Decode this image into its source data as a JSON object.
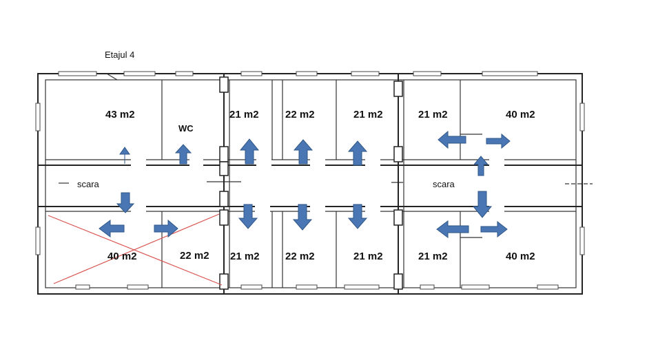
{
  "floor_title": "Etajul 4",
  "rooms": {
    "top_1": "43 m2",
    "top_wc": "WC",
    "top_2": "21 m2",
    "top_3": "22 m2",
    "top_4": "21 m2",
    "top_5": "21 m2",
    "top_6": "40 m2",
    "bot_1": "40 m2",
    "bot_2": "22 m2",
    "bot_3": "21 m2",
    "bot_4": "22 m2",
    "bot_5": "21 m2",
    "bot_6": "21 m2",
    "bot_7": "40 m2"
  },
  "stairs": {
    "left": "scara",
    "right": "scara"
  },
  "colors": {
    "arrow": "#4a77b4",
    "cross": "#d9534f",
    "wall": "#222222"
  }
}
